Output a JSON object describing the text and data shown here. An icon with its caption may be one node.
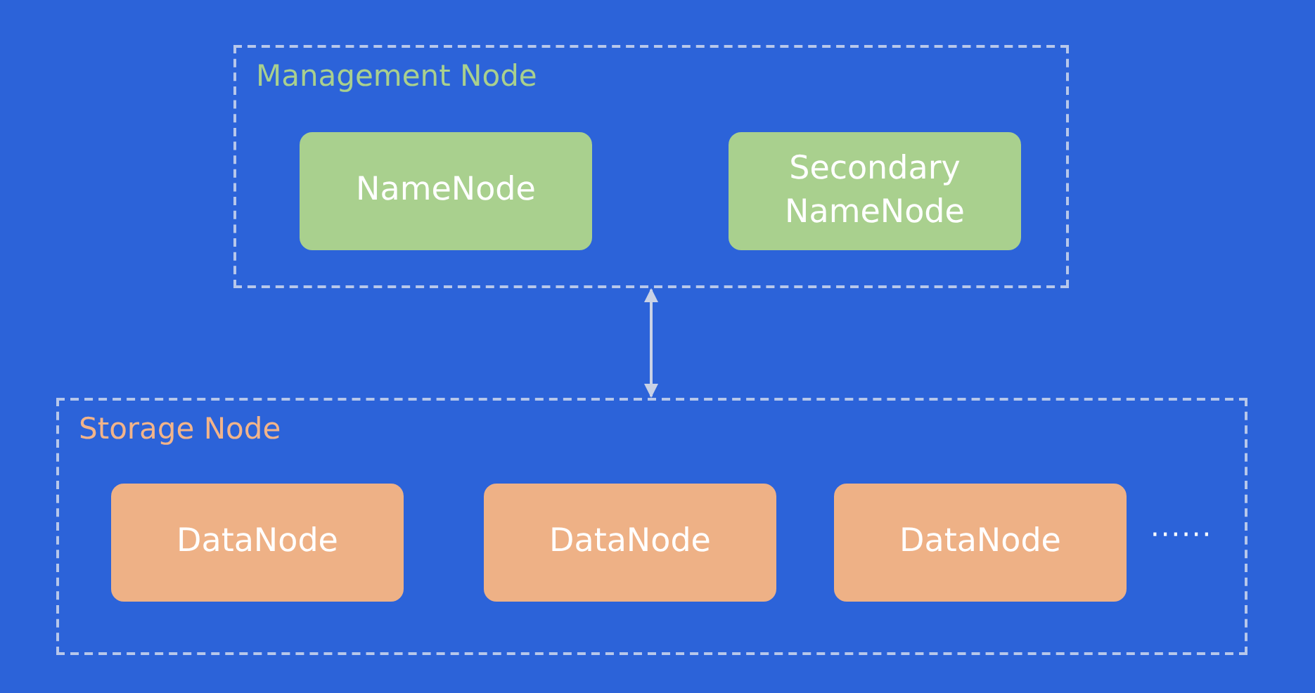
{
  "diagram": {
    "nodes": [
      {
        "text": [
          "Management Node"
        ]
      },
      {
        "text": [
          "NameNode"
        ],
        "in": 0
      },
      {
        "text": [
          "Secondary NameNode"
        ],
        "in": 0
      },
      {
        "text": [
          "Storage Node"
        ]
      },
      {
        "text": [
          "DataNode"
        ],
        "in": 3
      },
      {
        "text": [
          "DataNode"
        ],
        "in": 3
      },
      {
        "text": [
          "DataNode"
        ],
        "in": 3
      }
    ],
    "edges": [
      {
        "from": 0,
        "to": 3,
        "arrow": "both"
      }
    ],
    "labels": [
      "······"
    ]
  }
}
